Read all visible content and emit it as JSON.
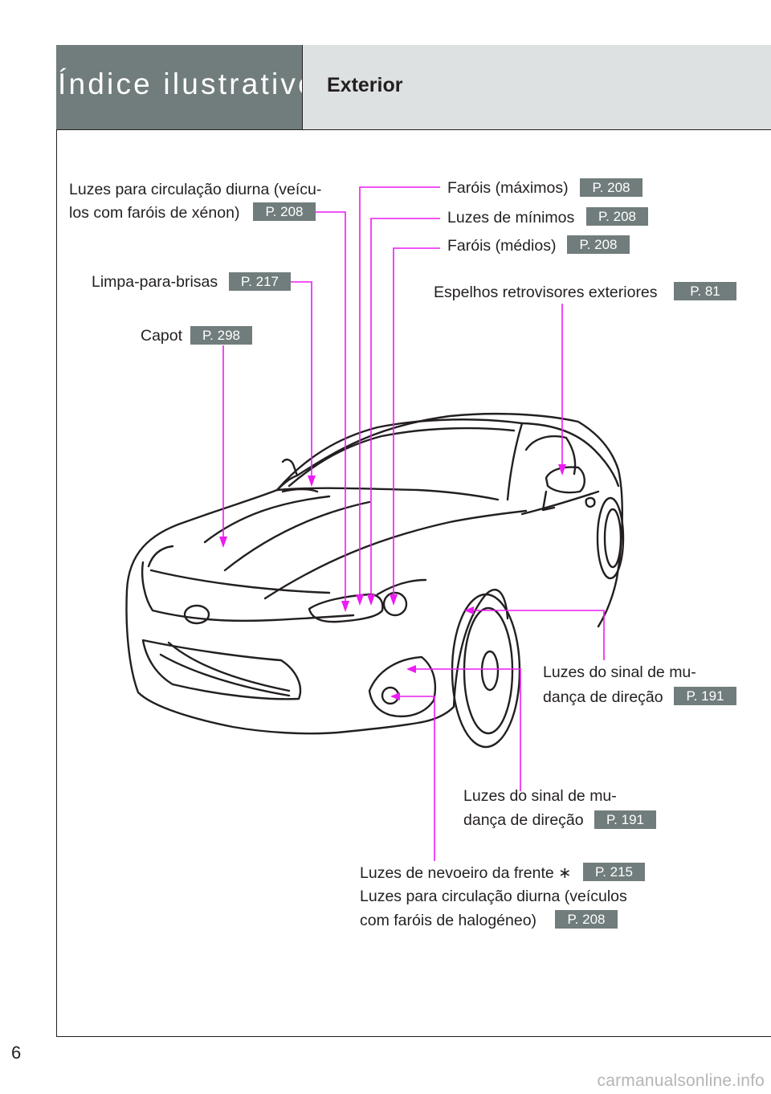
{
  "header": {
    "section": "Índice ilustrativo",
    "title": "Exterior"
  },
  "callouts": {
    "drl_xenon": {
      "line1": "Luzes para circulação diurna (veícu-",
      "line2": "los com faróis de xénon)",
      "page": "P. 208"
    },
    "wipers": {
      "label": "Limpa-para-brisas",
      "page": "P. 217"
    },
    "hood": {
      "label": "Capot",
      "page": "P. 298"
    },
    "high_beam": {
      "label": "Faróis (máximos)",
      "page": "P. 208"
    },
    "parking": {
      "label": "Luzes de mínimos",
      "page": "P. 208"
    },
    "low_beam": {
      "label": "Faróis (médios)",
      "page": "P. 208"
    },
    "mirrors": {
      "label": "Espelhos retrovisores exteriores",
      "page": "P. 81"
    },
    "turn_side": {
      "line1": "Luzes do sinal de mu-",
      "line2": "dança de direção",
      "page": "P. 191"
    },
    "turn_front": {
      "line1": "Luzes do sinal de mu-",
      "line2": "dança de direção",
      "page": "P. 191"
    },
    "fog": {
      "line1": "Luzes de nevoeiro da frente ∗",
      "page1": "P. 215",
      "line2": "Luzes para circulação diurna (veículos",
      "line3": "com faróis de halogéneo)",
      "page2": "P. 208"
    }
  },
  "page_number": "6",
  "footer": "carmanualsonline.info",
  "colors": {
    "accent_dark": "#717c7c",
    "accent_light": "#dee1e1",
    "leader": "#ec1cf2"
  }
}
